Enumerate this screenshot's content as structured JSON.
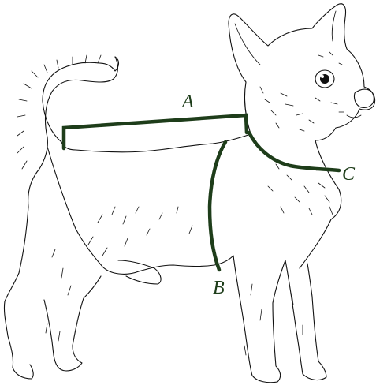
{
  "diagram": {
    "measure_color": "#1e3d1a",
    "labels": {
      "a": "A",
      "b": "B",
      "c": "C"
    },
    "icon": "chihuahua-dog-line-drawing"
  }
}
